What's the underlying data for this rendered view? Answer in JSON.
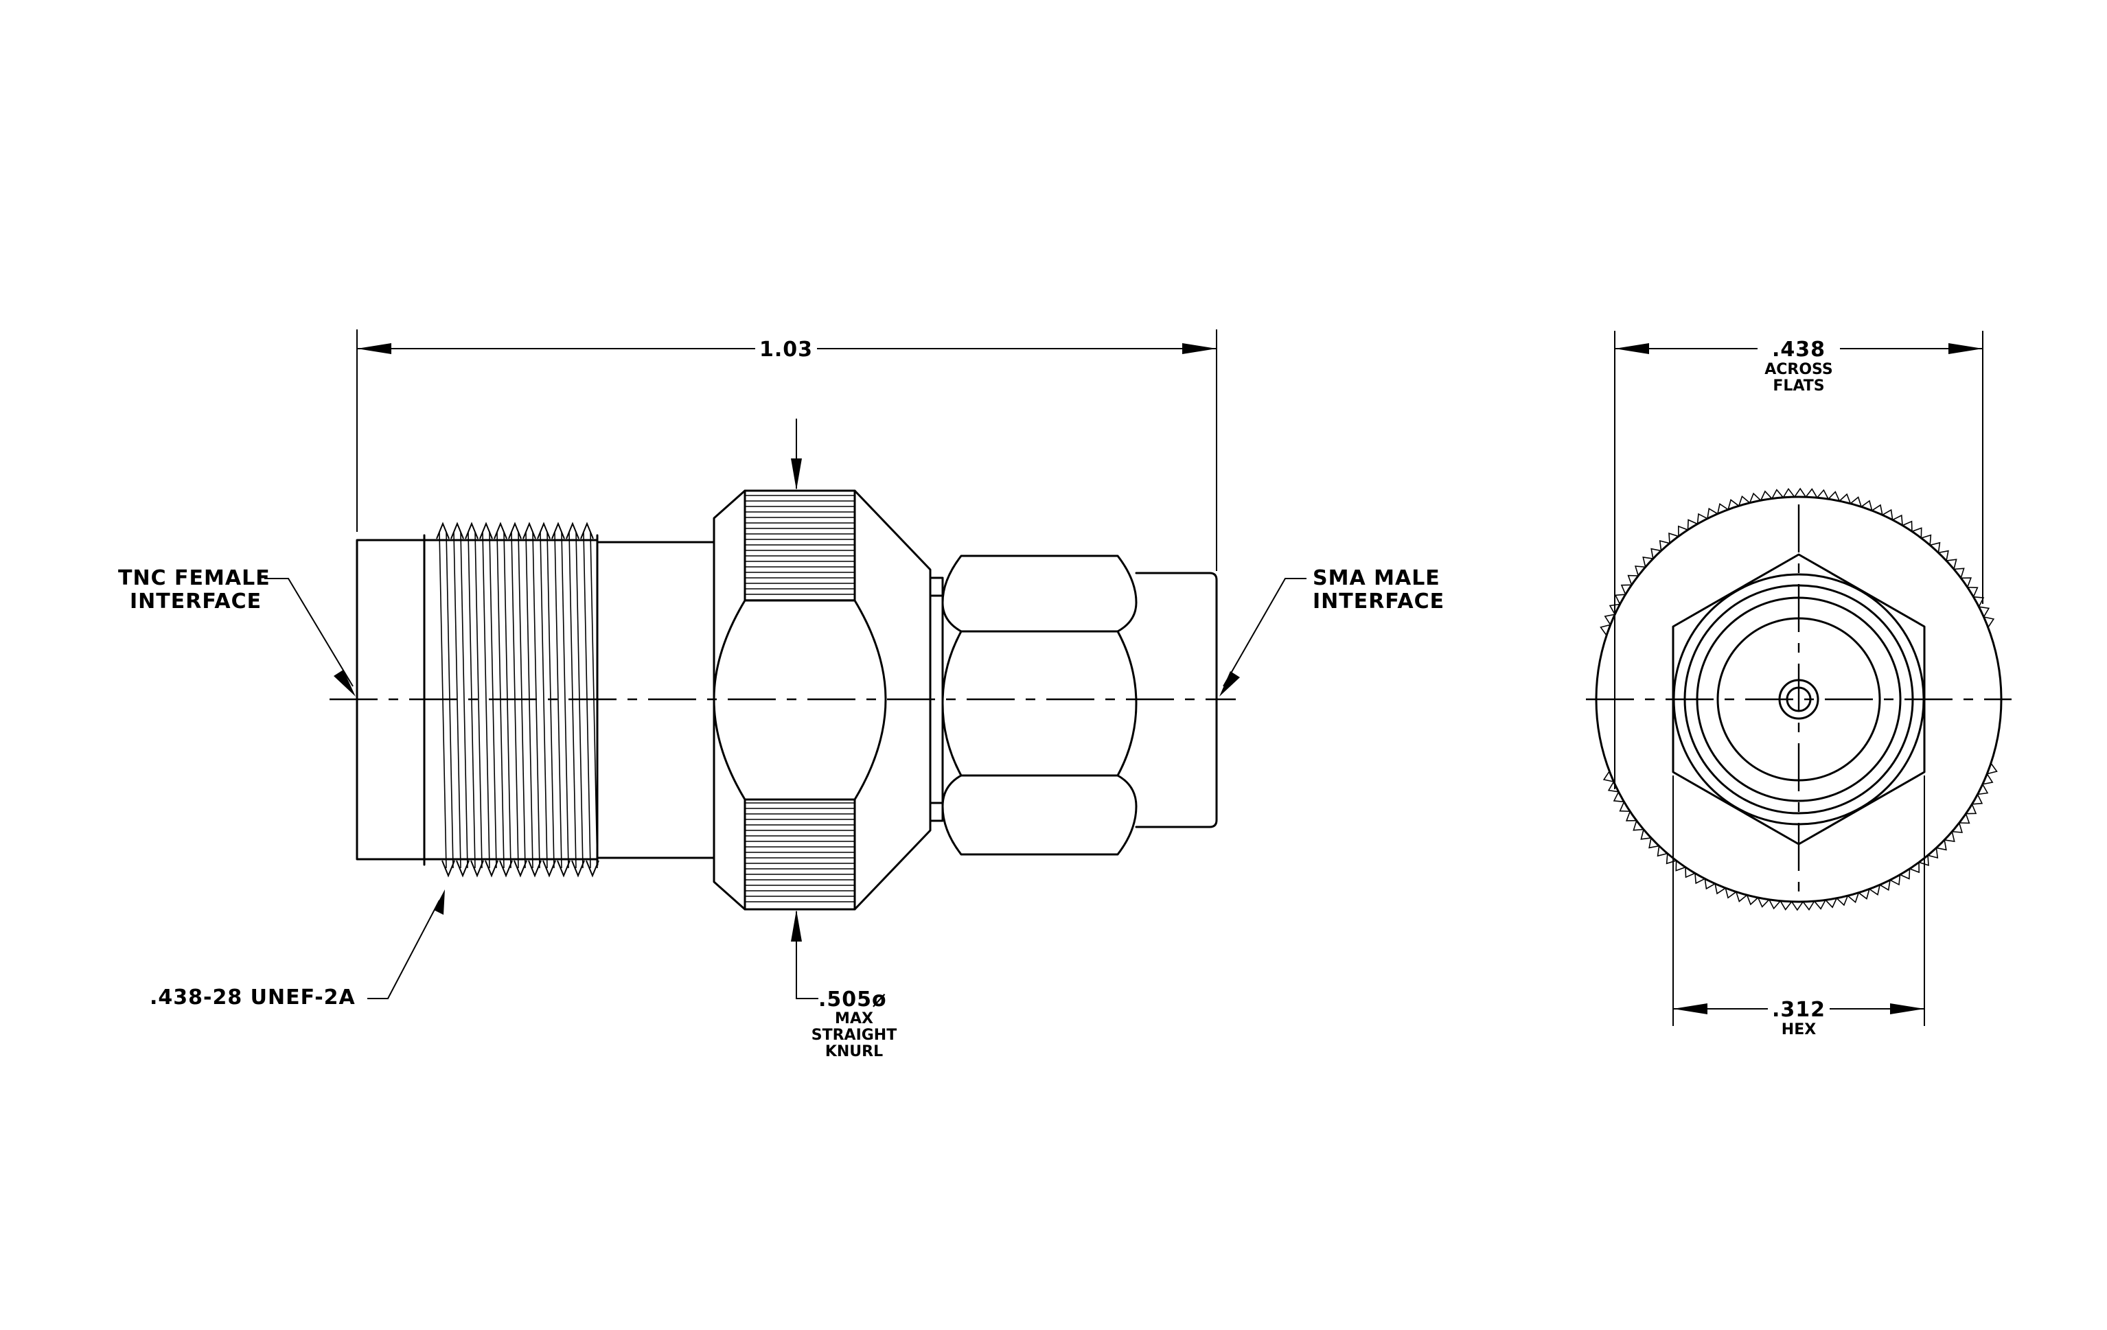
{
  "side_view": {
    "overall_length": ".1.03",
    "tnc_label_line1": "TNC FEMALE",
    "tnc_label_line2": "INTERFACE",
    "sma_label_line1": "SMA MALE",
    "sma_label_line2": "INTERFACE",
    "thread_callout": ".438-28 UNEF-2A",
    "knurl_dim": ".505ø",
    "knurl_note_1": "MAX",
    "knurl_note_2": "STRAIGHT",
    "knurl_note_3": "KNURL"
  },
  "end_view": {
    "flats_dim": ".438",
    "flats_note_1": "ACROSS",
    "flats_note_2": "FLATS",
    "hex_dim": ".312",
    "hex_note": "HEX"
  }
}
